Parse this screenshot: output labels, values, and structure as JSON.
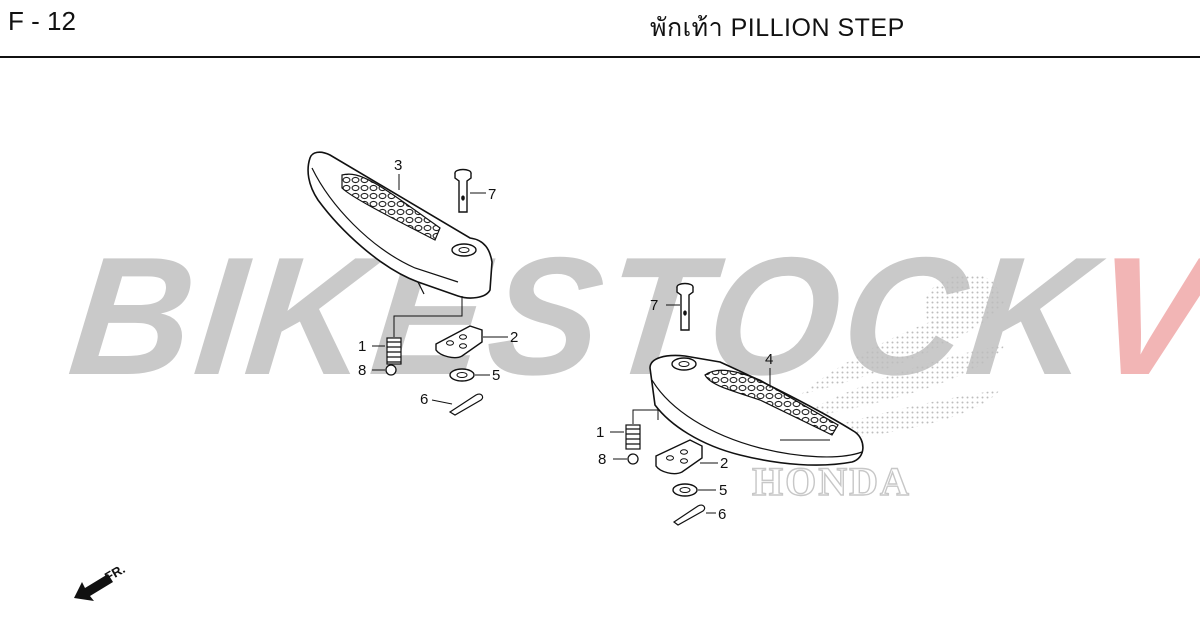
{
  "header": {
    "page_code": "F - 12",
    "title": "พักเท้า  PILLION STEP"
  },
  "watermark": {
    "part1": "BIKESTOCK",
    "part2": "VN",
    "color1": "#c9c9c9",
    "color2": "#f2b5b5"
  },
  "brand_mark": {
    "text": "HONDA"
  },
  "direction": {
    "label": "FR."
  },
  "callouts": {
    "left_step": {
      "step": "3",
      "pin": "7",
      "spring": "1",
      "ball": "8",
      "plate": "2",
      "washer": "5",
      "cotter_pin": "6"
    },
    "right_step": {
      "step": "4",
      "pin": "7",
      "spring": "1",
      "ball": "8",
      "plate": "2",
      "washer": "5",
      "cotter_pin": "6"
    }
  }
}
